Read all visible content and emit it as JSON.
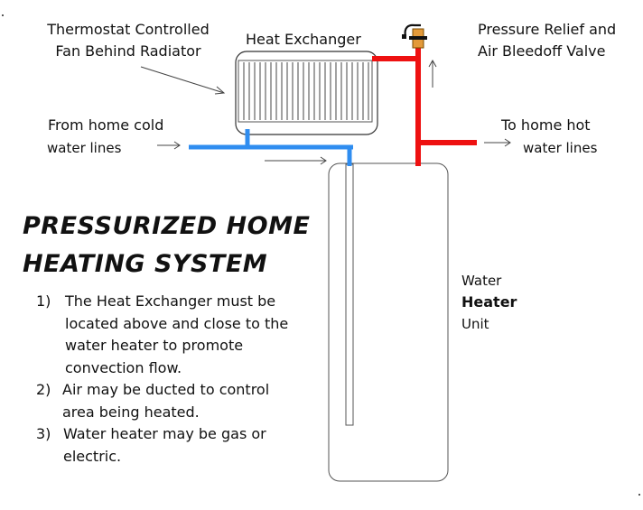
{
  "labels": {
    "fan": [
      "Thermostat Controlled",
      "Fan Behind Radiator"
    ],
    "heat_exchanger": "Heat Exchanger",
    "valve": [
      "Pressure Relief and",
      "Air Bleedoff Valve"
    ],
    "cold_in": [
      "From home cold",
      "water lines"
    ],
    "hot_out": [
      "To home hot",
      "water lines"
    ],
    "water_heater": [
      "Water",
      "Heater",
      "Unit"
    ]
  },
  "title": [
    "PRESSURIZED HOME",
    "HEATING SYSTEM"
  ],
  "notes": [
    {
      "num": "1)",
      "lines": [
        "The Heat Exchanger must be",
        "located above and close to the",
        "water heater to promote",
        "convection flow."
      ]
    },
    {
      "num": "2)",
      "lines": [
        "Air may be ducted to control",
        "area being heated."
      ]
    },
    {
      "num": "3)",
      "lines": [
        "Water heater may be gas or",
        "electric."
      ]
    }
  ],
  "colors": {
    "hot_pipe": "#ee1111",
    "cold_pipe": "#2f8df0",
    "valve": "#e39a3a"
  }
}
